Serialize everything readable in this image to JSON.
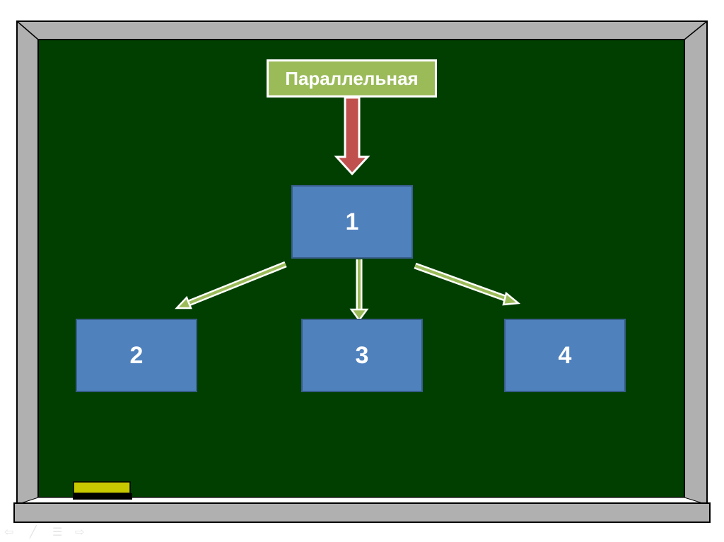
{
  "diagram": {
    "title": "Параллельная",
    "nodes": [
      "1",
      "2",
      "3",
      "4"
    ],
    "edges": [
      [
        "Параллельная",
        "1"
      ],
      [
        "1",
        "2"
      ],
      [
        "1",
        "3"
      ],
      [
        "1",
        "4"
      ]
    ]
  },
  "colors": {
    "board": "#003f00",
    "frame": "#b0b0b0",
    "node": "#4f81bd",
    "title": "#9bbb59",
    "main_arrow": "#c0504d",
    "branch_arrow": "#9bbb59",
    "eraser": "#c8c800"
  },
  "nav_icons": [
    "back-icon",
    "pen-icon",
    "menu-icon",
    "forward-icon"
  ]
}
